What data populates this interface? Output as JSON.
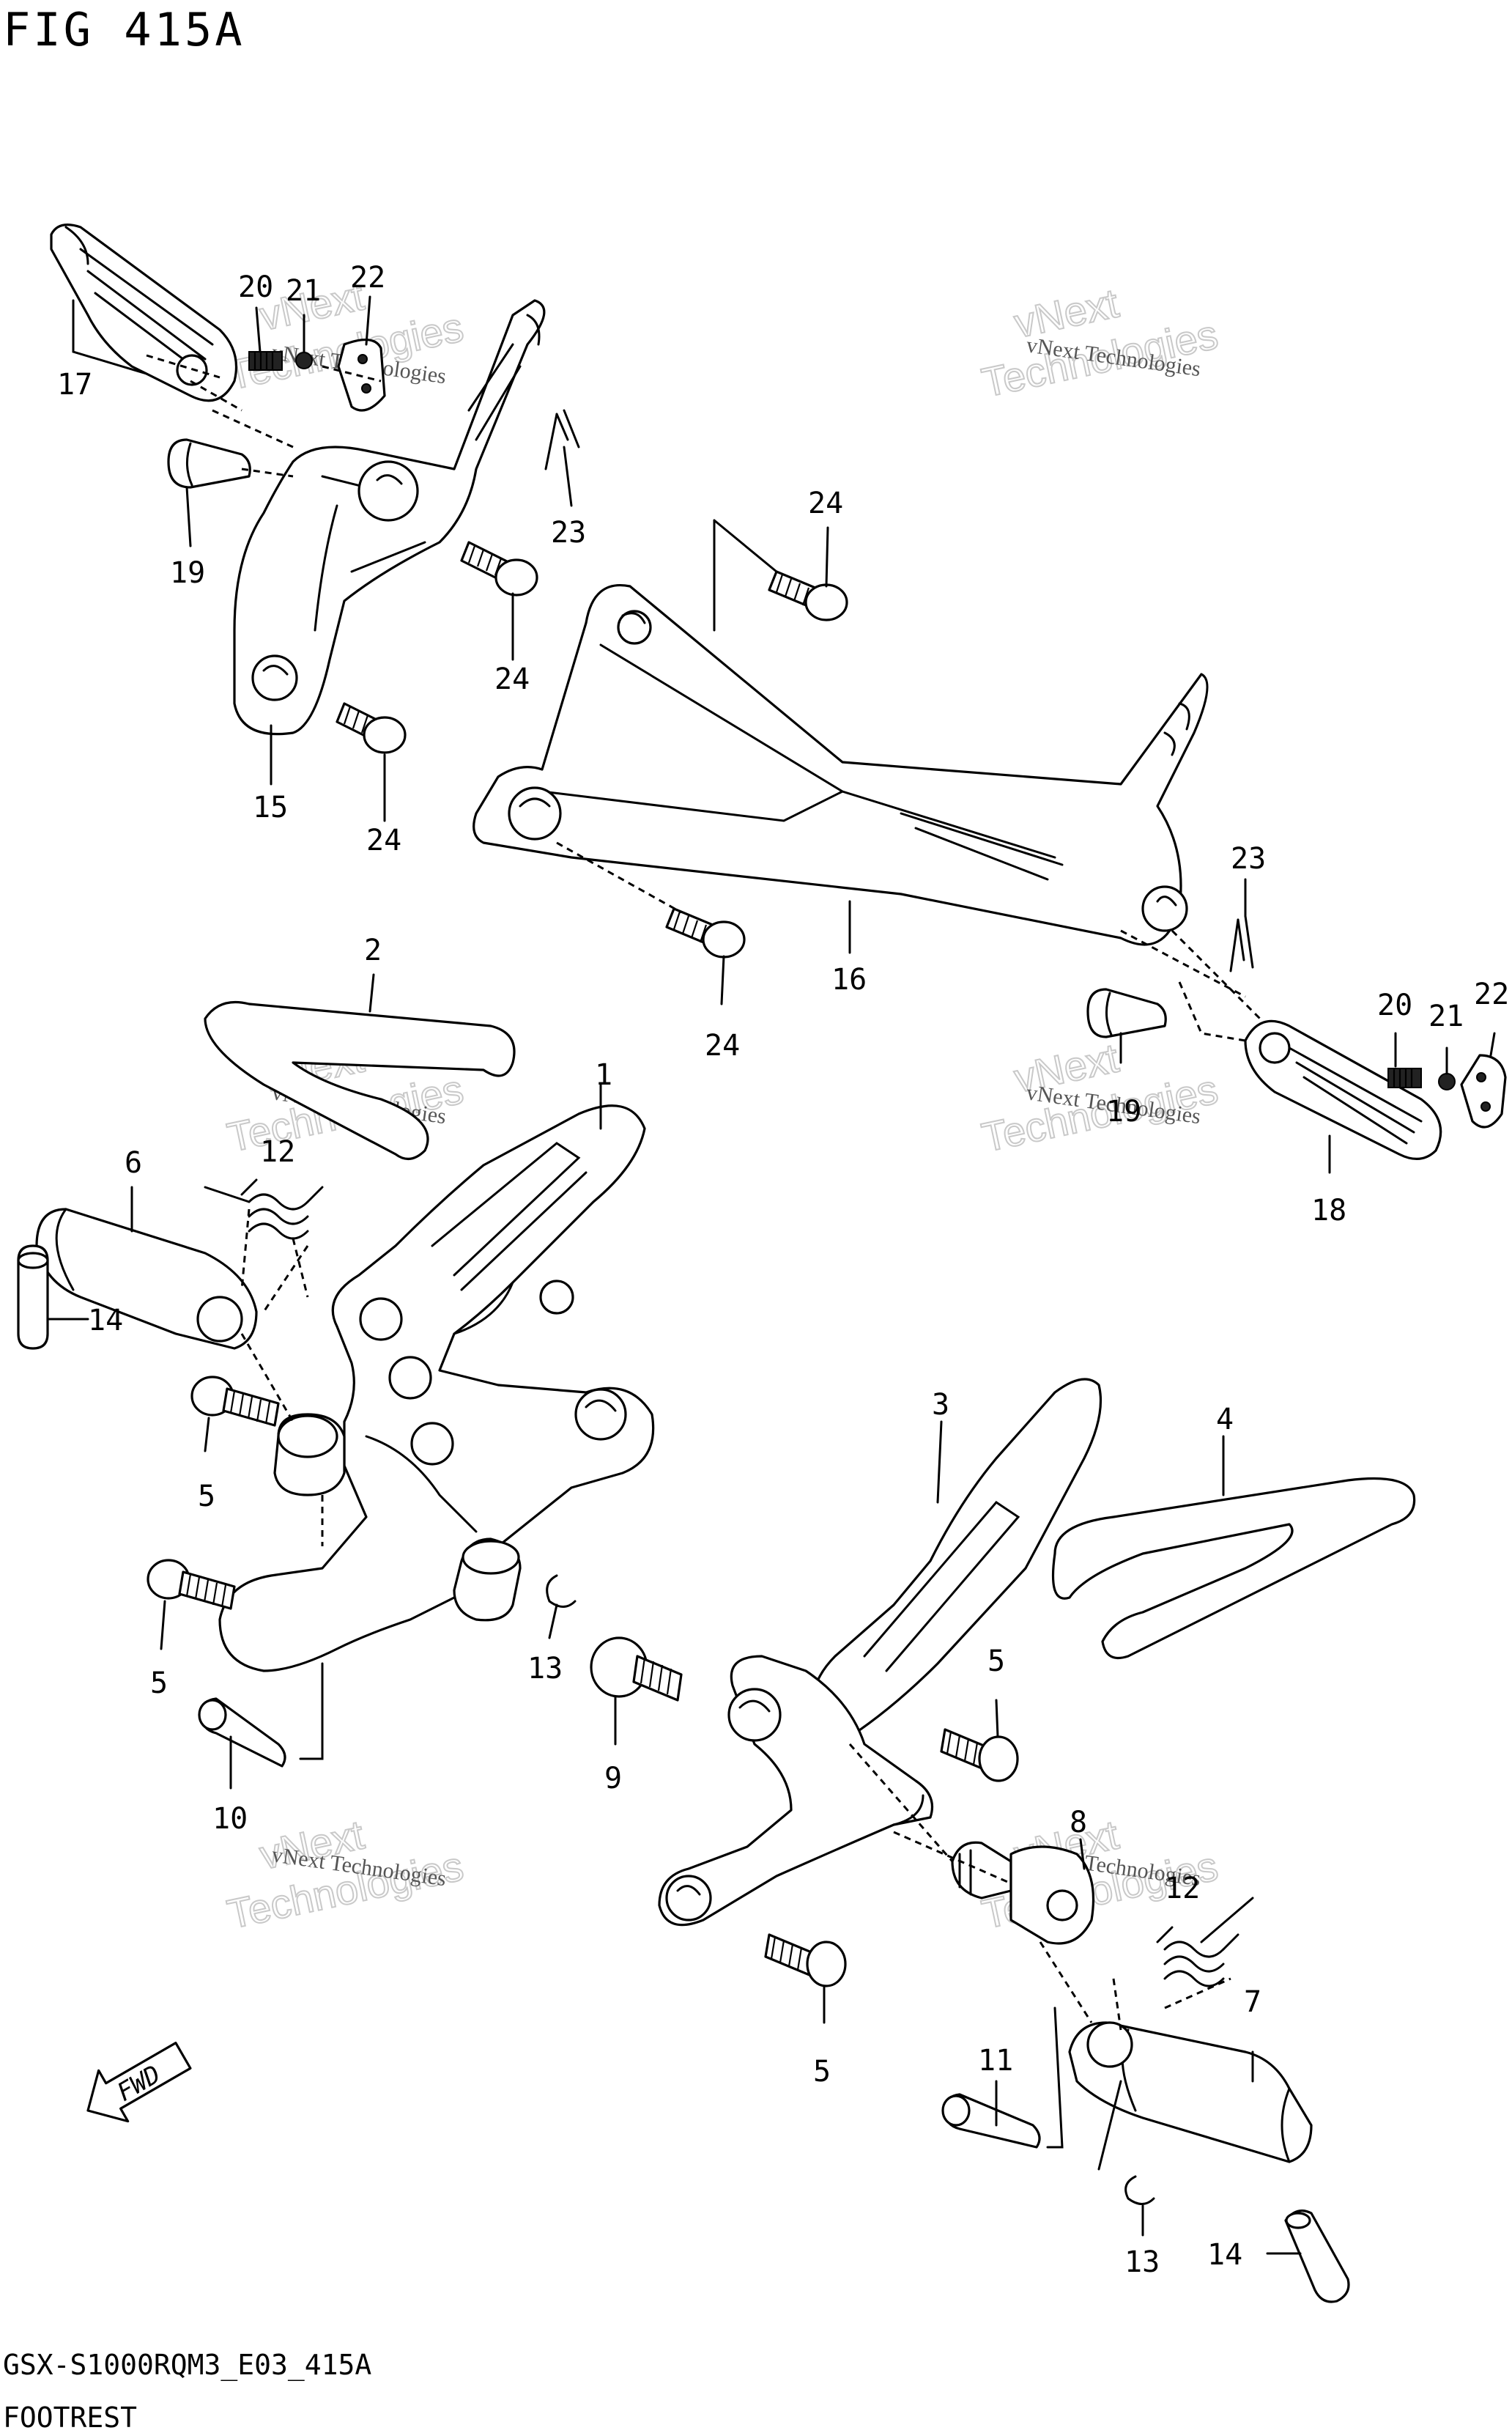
{
  "title": "FIG 415A",
  "footer": {
    "code": "GSX-S1000RQM3_E03_415A",
    "name": "FOOTREST"
  },
  "watermark": {
    "line1": "vNext Technologies",
    "line2": "vNext",
    "line3": "Technologies"
  },
  "fwd_label": "FWD",
  "callouts": {
    "c1": "1",
    "c2": "2",
    "c3": "3",
    "c4": "4",
    "c5a": "5",
    "c5b": "5",
    "c5c": "5",
    "c5d": "5",
    "c6": "6",
    "c7": "7",
    "c8": "8",
    "c9": "9",
    "c10": "10",
    "c11": "11",
    "c12a": "12",
    "c12b": "12",
    "c13a": "13",
    "c13b": "13",
    "c14a": "14",
    "c14b": "14",
    "c15": "15",
    "c16": "16",
    "c17": "17",
    "c18": "18",
    "c19a": "19",
    "c19b": "19",
    "c20a": "20",
    "c20b": "20",
    "c21a": "21",
    "c21b": "21",
    "c22a": "22",
    "c22b": "22",
    "c23a": "23",
    "c23b": "23",
    "c24a": "24",
    "c24b": "24",
    "c24c": "24",
    "c24d": "24"
  }
}
